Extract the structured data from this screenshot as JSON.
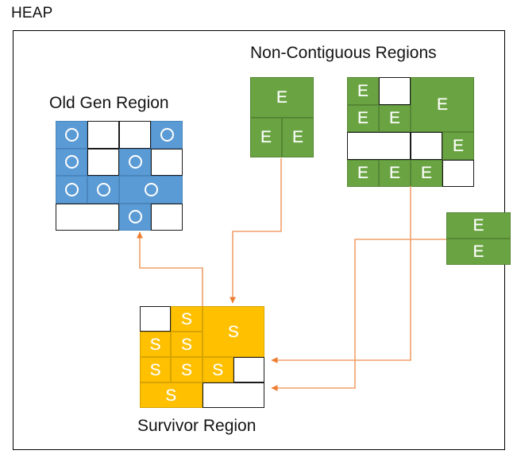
{
  "diagram": {
    "title": "HEAP",
    "labels": {
      "old_gen": "Old Gen Region",
      "non_contiguous": "Non-Contiguous Regions",
      "survivor": "Survivor Region"
    },
    "colors": {
      "old_gen_fill": "#5b9bd5",
      "non_contiguous_fill": "#6aa442",
      "survivor_fill": "#ffc000",
      "empty_fill": "#ffffff",
      "border": "#000000",
      "arrow": "#ed7d31"
    },
    "glyphs": {
      "old_gen": "O",
      "eden": "E",
      "survivor": "S"
    },
    "old_gen_region": {
      "rows": 4,
      "cols": 4,
      "cells": [
        {
          "r": 0,
          "c": 0,
          "w": 1,
          "h": 1,
          "type": "blue",
          "glyph": "O"
        },
        {
          "r": 0,
          "c": 1,
          "w": 1,
          "h": 1,
          "type": "empty"
        },
        {
          "r": 0,
          "c": 2,
          "w": 1,
          "h": 1,
          "type": "empty"
        },
        {
          "r": 0,
          "c": 3,
          "w": 1,
          "h": 1,
          "type": "blue",
          "glyph": "O"
        },
        {
          "r": 1,
          "c": 0,
          "w": 1,
          "h": 1,
          "type": "blue",
          "glyph": "O"
        },
        {
          "r": 1,
          "c": 1,
          "w": 1,
          "h": 1,
          "type": "empty"
        },
        {
          "r": 1,
          "c": 2,
          "w": 1,
          "h": 1,
          "type": "blue",
          "glyph": "O"
        },
        {
          "r": 1,
          "c": 3,
          "w": 1,
          "h": 1,
          "type": "empty"
        },
        {
          "r": 2,
          "c": 0,
          "w": 1,
          "h": 1,
          "type": "blue",
          "glyph": "O"
        },
        {
          "r": 2,
          "c": 1,
          "w": 1,
          "h": 1,
          "type": "blue",
          "glyph": "O"
        },
        {
          "r": 2,
          "c": 2,
          "w": 2,
          "h": 1,
          "type": "blue",
          "glyph": "O"
        },
        {
          "r": 3,
          "c": 0,
          "w": 2,
          "h": 1,
          "type": "empty"
        },
        {
          "r": 3,
          "c": 2,
          "w": 1,
          "h": 1,
          "type": "blue",
          "glyph": "O"
        },
        {
          "r": 3,
          "c": 3,
          "w": 1,
          "h": 1,
          "type": "empty"
        }
      ]
    },
    "non_contiguous_block_left": {
      "rows": 2,
      "cols": 2,
      "cells": [
        {
          "r": 0,
          "c": 0,
          "w": 2,
          "h": 1,
          "type": "green",
          "glyph": "E"
        },
        {
          "r": 1,
          "c": 0,
          "w": 1,
          "h": 1,
          "type": "green",
          "glyph": "E"
        },
        {
          "r": 1,
          "c": 1,
          "w": 1,
          "h": 1,
          "type": "green",
          "glyph": "E"
        }
      ]
    },
    "non_contiguous_block_right": {
      "rows": 4,
      "cols": 4,
      "cells": [
        {
          "r": 0,
          "c": 0,
          "w": 1,
          "h": 1,
          "type": "green",
          "glyph": "E"
        },
        {
          "r": 0,
          "c": 1,
          "w": 1,
          "h": 1,
          "type": "empty"
        },
        {
          "r": 0,
          "c": 2,
          "w": 2,
          "h": 2,
          "type": "green",
          "glyph": "E"
        },
        {
          "r": 1,
          "c": 0,
          "w": 1,
          "h": 1,
          "type": "green",
          "glyph": "E"
        },
        {
          "r": 1,
          "c": 1,
          "w": 1,
          "h": 1,
          "type": "green",
          "glyph": "E"
        },
        {
          "r": 2,
          "c": 0,
          "w": 2,
          "h": 1,
          "type": "empty"
        },
        {
          "r": 2,
          "c": 2,
          "w": 1,
          "h": 1,
          "type": "empty"
        },
        {
          "r": 2,
          "c": 3,
          "w": 1,
          "h": 1,
          "type": "green",
          "glyph": "E"
        },
        {
          "r": 3,
          "c": 0,
          "w": 1,
          "h": 1,
          "type": "green",
          "glyph": "E"
        },
        {
          "r": 3,
          "c": 1,
          "w": 1,
          "h": 1,
          "type": "green",
          "glyph": "E"
        },
        {
          "r": 3,
          "c": 2,
          "w": 1,
          "h": 1,
          "type": "green",
          "glyph": "E"
        },
        {
          "r": 3,
          "c": 3,
          "w": 1,
          "h": 1,
          "type": "empty"
        }
      ]
    },
    "non_contiguous_block_far_right": {
      "rows": 2,
      "cols": 1,
      "cells": [
        {
          "r": 0,
          "c": 0,
          "w": 1,
          "h": 1,
          "type": "green",
          "glyph": "E"
        },
        {
          "r": 1,
          "c": 0,
          "w": 1,
          "h": 1,
          "type": "green",
          "glyph": "E"
        }
      ]
    },
    "survivor_region": {
      "rows": 4,
      "cols": 4,
      "cells": [
        {
          "r": 0,
          "c": 0,
          "w": 1,
          "h": 1,
          "type": "empty"
        },
        {
          "r": 0,
          "c": 1,
          "w": 1,
          "h": 1,
          "type": "gold",
          "glyph": "S"
        },
        {
          "r": 0,
          "c": 2,
          "w": 2,
          "h": 2,
          "type": "gold",
          "glyph": "S"
        },
        {
          "r": 1,
          "c": 0,
          "w": 1,
          "h": 1,
          "type": "gold",
          "glyph": "S"
        },
        {
          "r": 1,
          "c": 1,
          "w": 1,
          "h": 1,
          "type": "gold",
          "glyph": "S"
        },
        {
          "r": 2,
          "c": 0,
          "w": 1,
          "h": 1,
          "type": "gold",
          "glyph": "S"
        },
        {
          "r": 2,
          "c": 1,
          "w": 1,
          "h": 1,
          "type": "gold",
          "glyph": "S"
        },
        {
          "r": 2,
          "c": 2,
          "w": 1,
          "h": 1,
          "type": "gold",
          "glyph": "S"
        },
        {
          "r": 2,
          "c": 3,
          "w": 1,
          "h": 1,
          "type": "empty"
        },
        {
          "r": 3,
          "c": 0,
          "w": 2,
          "h": 1,
          "type": "gold",
          "glyph": "S"
        },
        {
          "r": 3,
          "c": 2,
          "w": 2,
          "h": 1,
          "type": "empty"
        }
      ]
    },
    "arrows": [
      {
        "name": "survivor-to-old-gen",
        "from": "survivor-region",
        "to": "old-gen-region"
      },
      {
        "name": "eden-left-to-survivor",
        "from": "non-contiguous-block-left",
        "to": "survivor-region"
      },
      {
        "name": "eden-right-to-survivor",
        "from": "non-contiguous-block-right",
        "to": "survivor-region"
      },
      {
        "name": "eden-far-right-to-survivor",
        "from": "non-contiguous-block-far-right",
        "to": "survivor-region"
      }
    ]
  }
}
